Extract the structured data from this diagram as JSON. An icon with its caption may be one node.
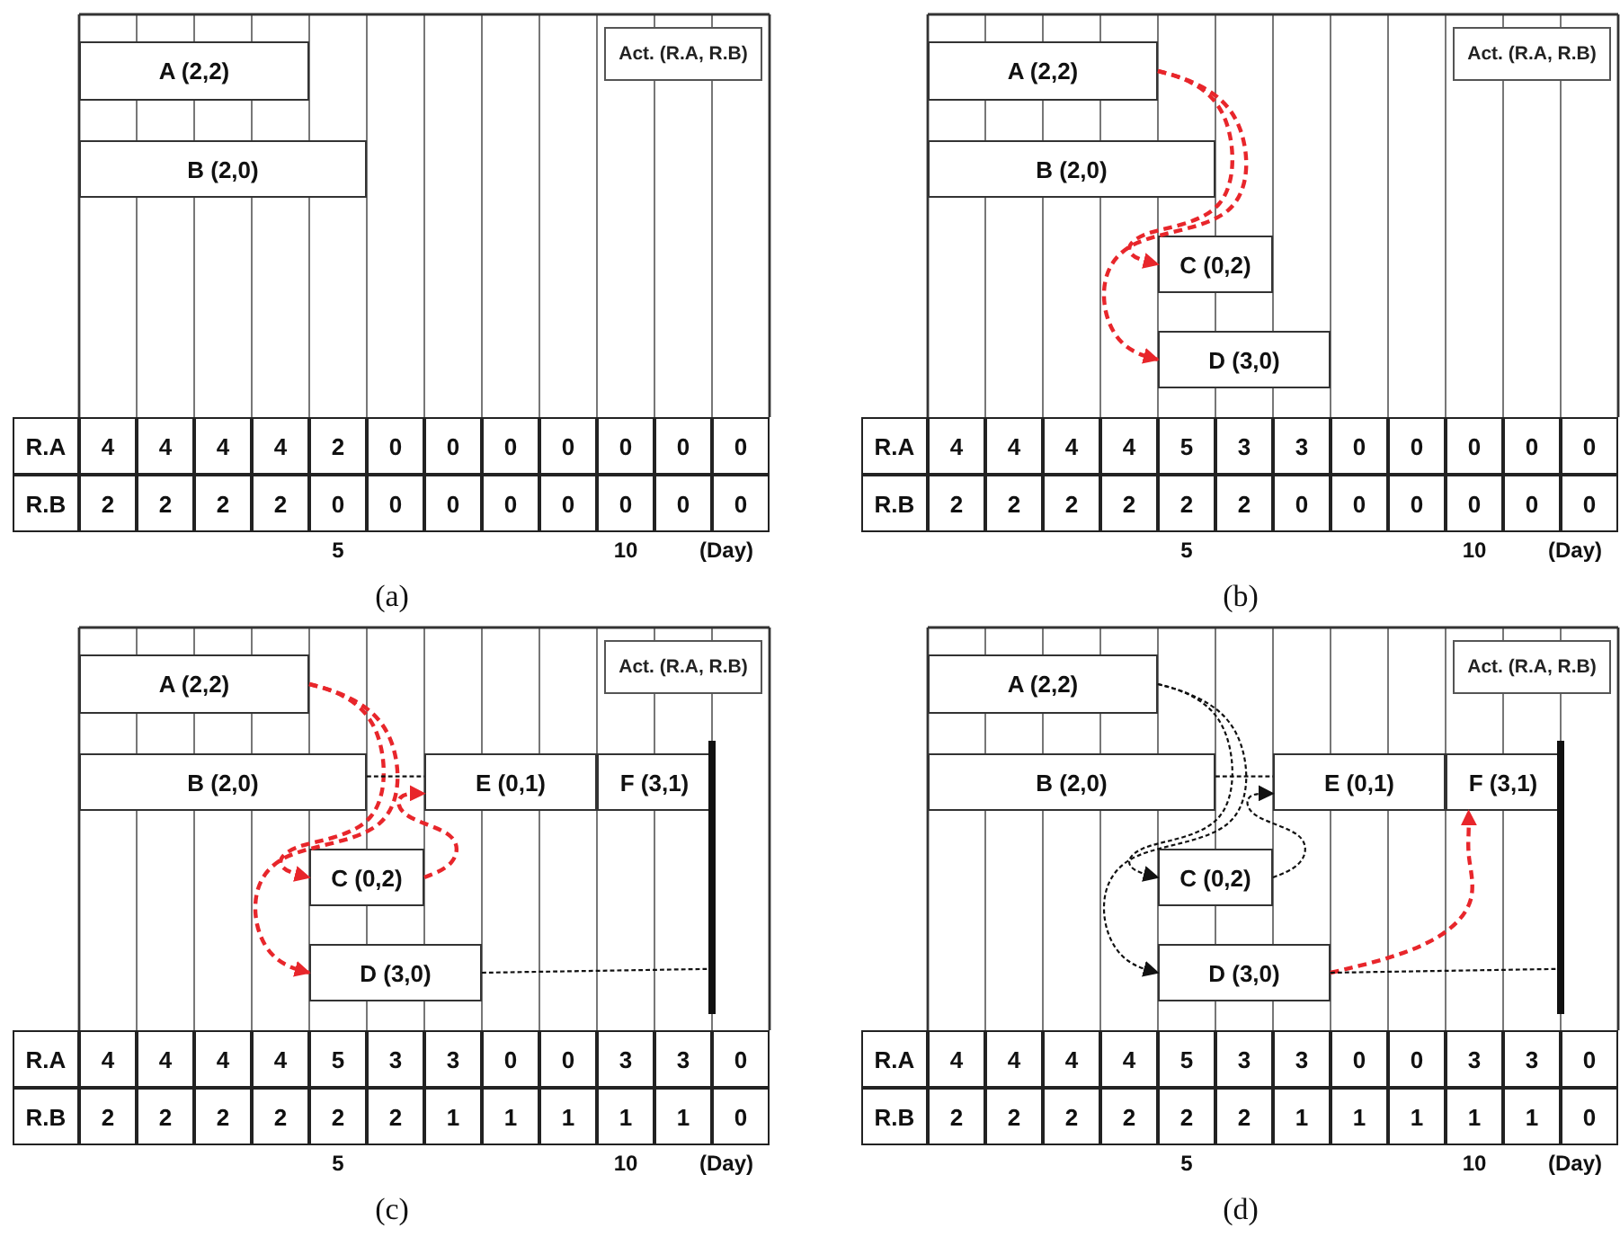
{
  "diagram": {
    "nodes": [
      {
        "text": [
          "A (2,2)"
        ]
      },
      {
        "text": [
          "B (2,0)"
        ]
      },
      {
        "text": [
          "Act. (R.A, R.B)"
        ]
      },
      {
        "text": [
          "A (2,2)"
        ]
      },
      {
        "text": [
          "B (2,0)"
        ]
      },
      {
        "text": [
          "C (0,2)"
        ]
      },
      {
        "text": [
          "D (3,0)"
        ]
      },
      {
        "text": [
          "Act. (R.A, R.B)"
        ]
      },
      {
        "text": [
          "A (2,2)"
        ]
      },
      {
        "text": [
          "B (2,0)"
        ]
      },
      {
        "text": [
          "E (0,1)"
        ]
      },
      {
        "text": [
          "F (3,1)"
        ]
      },
      {
        "text": [
          "C (0,2)"
        ]
      },
      {
        "text": [
          "D (3,0)"
        ]
      },
      {
        "text": [],
        "shape": "bar"
      },
      {
        "text": [
          "Act. (R.A, R.B)"
        ]
      },
      {
        "text": [
          "A (2,2)"
        ]
      },
      {
        "text": [
          "B (2,0)"
        ]
      },
      {
        "text": [
          "E (0,1)"
        ]
      },
      {
        "text": [
          "F (3,1)"
        ]
      },
      {
        "text": [
          "C (0,2)"
        ]
      },
      {
        "text": [
          "D (3,0)"
        ]
      },
      {
        "text": [],
        "shape": "bar"
      },
      {
        "text": [
          "Act. (R.A, R.B)"
        ]
      }
    ],
    "edges": [
      {
        "from": 3,
        "to": 5,
        "arrow": "to",
        "style": "dashed",
        "color": "#e8262b"
      },
      {
        "from": 3,
        "to": 6,
        "arrow": "to",
        "style": "dashed",
        "color": "#e8262b"
      },
      {
        "from": 8,
        "to": 12,
        "arrow": "to",
        "style": "dashed",
        "color": "#e8262b"
      },
      {
        "from": 8,
        "to": 13,
        "arrow": "to",
        "style": "dashed",
        "color": "#e8262b"
      },
      {
        "from": 12,
        "to": 10,
        "arrow": "to",
        "style": "dashed",
        "color": "#e8262b"
      },
      {
        "from": 9,
        "to": 10,
        "arrow": "none",
        "style": "dashed"
      },
      {
        "from": 13,
        "to": 14,
        "arrow": "none",
        "style": "dashed"
      },
      {
        "from": 16,
        "to": 20,
        "arrow": "to",
        "style": "dashed"
      },
      {
        "from": 16,
        "to": 21,
        "arrow": "to",
        "style": "dashed"
      },
      {
        "from": 20,
        "to": 18,
        "arrow": "to",
        "style": "dashed"
      },
      {
        "from": 17,
        "to": 18,
        "arrow": "none",
        "style": "dashed"
      },
      {
        "from": 21,
        "to": 19,
        "arrow": "to",
        "style": "dashed",
        "color": "#e8262b"
      },
      {
        "from": 21,
        "to": 22,
        "arrow": "none",
        "style": "dashed"
      }
    ],
    "labels": [
      "R.A",
      "4",
      "4",
      "4",
      "4",
      "2",
      "0",
      "0",
      "0",
      "0",
      "0",
      "0",
      "0",
      "R.B",
      "2",
      "2",
      "2",
      "2",
      "0",
      "0",
      "0",
      "0",
      "0",
      "0",
      "0",
      "0",
      "5",
      "10",
      "(Day)",
      "(a)",
      "R.A",
      "4",
      "4",
      "4",
      "4",
      "5",
      "3",
      "3",
      "0",
      "0",
      "0",
      "0",
      "0",
      "R.B",
      "2",
      "2",
      "2",
      "2",
      "2",
      "2",
      "0",
      "0",
      "0",
      "0",
      "0",
      "0",
      "5",
      "10",
      "(Day)",
      "(b)",
      "R.A",
      "4",
      "4",
      "4",
      "4",
      "5",
      "3",
      "3",
      "0",
      "0",
      "3",
      "3",
      "0",
      "R.B",
      "2",
      "2",
      "2",
      "2",
      "2",
      "2",
      "1",
      "1",
      "1",
      "1",
      "1",
      "0",
      "5",
      "10",
      "(Day)",
      "(c)",
      "R.A",
      "4",
      "4",
      "4",
      "4",
      "5",
      "3",
      "3",
      "0",
      "0",
      "3",
      "3",
      "0",
      "R.B",
      "2",
      "2",
      "2",
      "2",
      "2",
      "2",
      "1",
      "1",
      "1",
      "1",
      "1",
      "0",
      "5",
      "10",
      "(Day)",
      "(d)"
    ]
  }
}
